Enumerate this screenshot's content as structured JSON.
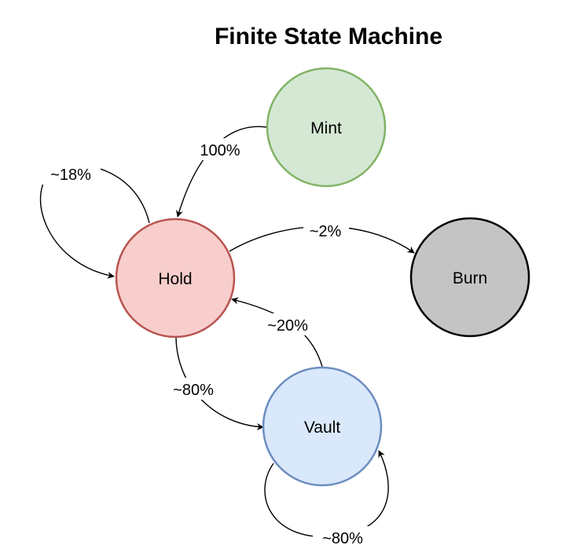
{
  "title": "Finite State Machine",
  "states": [
    {
      "id": "mint",
      "label": "Mint",
      "fill": "#d5e8d4",
      "stroke": "#82b366"
    },
    {
      "id": "hold",
      "label": "Hold",
      "fill": "#f8cecc",
      "stroke": "#b85450"
    },
    {
      "id": "burn",
      "label": "Burn",
      "fill": "#c4c4c4",
      "stroke": "#000000"
    },
    {
      "id": "vault",
      "label": "Vault",
      "fill": "#dae8fc",
      "stroke": "#6c8ebf"
    }
  ],
  "transitions": [
    {
      "id": "mint-hold",
      "from": "Mint",
      "to": "Hold",
      "label": "100%"
    },
    {
      "id": "hold-hold",
      "from": "Hold",
      "to": "Hold",
      "label": "~18%"
    },
    {
      "id": "hold-burn",
      "from": "Hold",
      "to": "Burn",
      "label": "~2%"
    },
    {
      "id": "vault-hold",
      "from": "Vault",
      "to": "Hold",
      "label": "~20%"
    },
    {
      "id": "hold-vault",
      "from": "Hold",
      "to": "Vault",
      "label": "~80%"
    },
    {
      "id": "vault-vault",
      "from": "Vault",
      "to": "Vault",
      "label": "~80%"
    }
  ]
}
